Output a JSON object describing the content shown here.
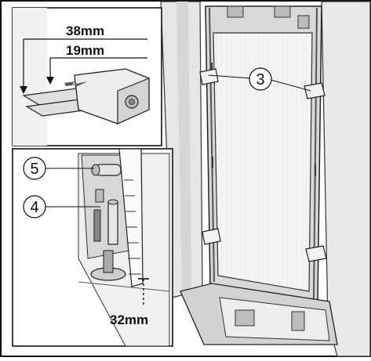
{
  "callouts": {
    "c3": "3",
    "c4": "4",
    "c5": "5"
  },
  "dimensions": {
    "d38": "38mm",
    "d19": "19mm",
    "d32": "32mm"
  }
}
